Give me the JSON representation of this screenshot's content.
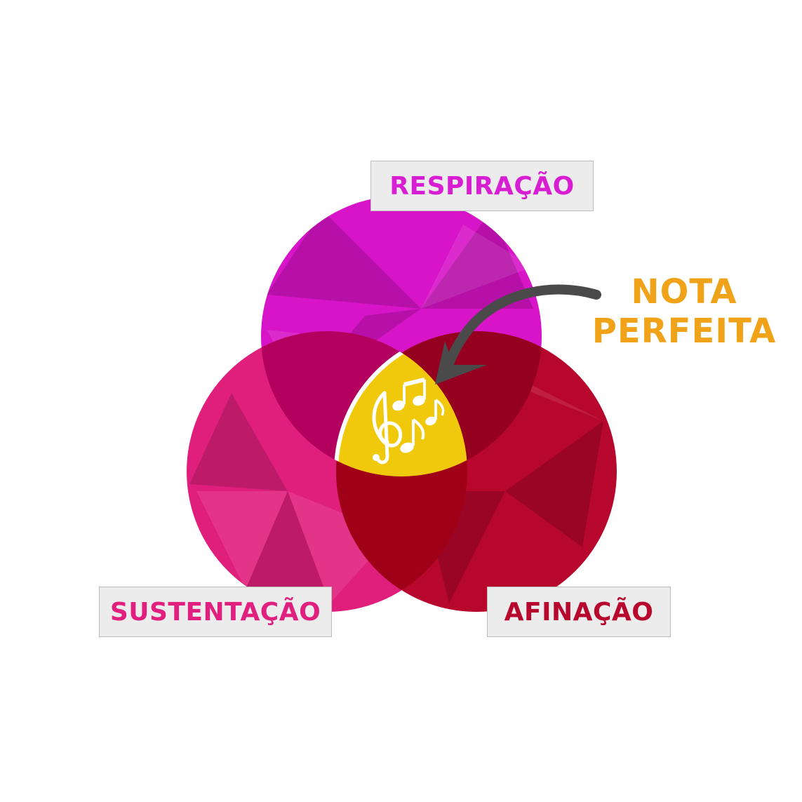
{
  "circles": [
    {
      "name": "respiracao",
      "label": "RESPIRAÇÃO",
      "color": "#d814c8",
      "text_color": "#d81ed2"
    },
    {
      "name": "sustentacao",
      "label": "SUSTENTAÇÃO",
      "color": "#e01f7d",
      "text_color": "#e11f7f"
    },
    {
      "name": "afinacao",
      "label": "AFINAÇÃO",
      "color": "#b8072c",
      "text_color": "#b8072c"
    }
  ],
  "center": {
    "color": "#f0c90c",
    "icon": "music-notes-icon"
  },
  "callout": {
    "line1": "NOTA",
    "line2": "PERFEITA",
    "color": "#f0a318",
    "arrow_color": "#4a4a4a"
  },
  "colors": {
    "overlap_top_left": "#b3005e",
    "overlap_top_right": "#950020",
    "overlap_bottom": "#9f0018",
    "background": "#ffffff"
  }
}
